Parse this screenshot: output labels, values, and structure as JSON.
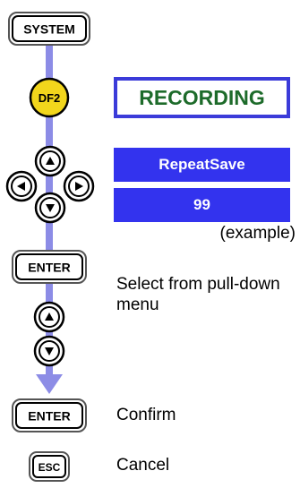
{
  "keys": {
    "system": "SYSTEM",
    "df2": "DF2",
    "enter": "ENTER",
    "esc": "ESC"
  },
  "screen": {
    "title": "RECORDING",
    "setting": "RepeatSave",
    "value": "99",
    "example_note": "(example)"
  },
  "steps": {
    "select": "Select from pull-down menu",
    "confirm": "Confirm",
    "cancel": "Cancel"
  },
  "colors": {
    "connector": "#8c8ce6",
    "title_border": "#3b3bd9",
    "title_text": "#1d6b2a",
    "field_bg": "#3333ee",
    "df2_button": "#f2d61c"
  }
}
